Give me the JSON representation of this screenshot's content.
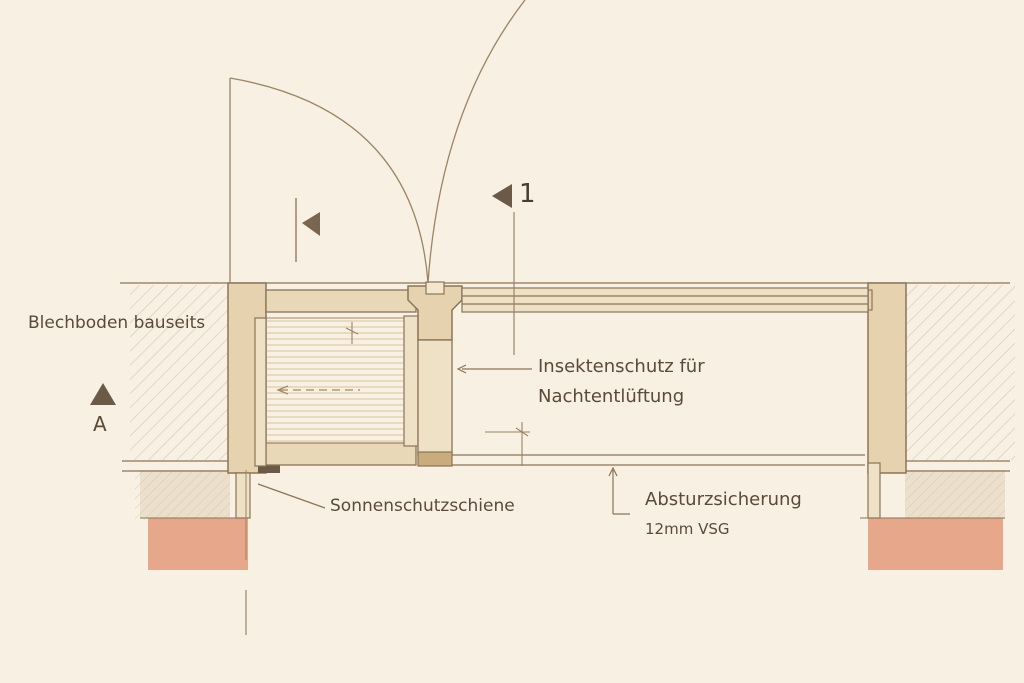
{
  "labels": {
    "blechboden": "Blechboden bauseits",
    "insektenschutz_line1": "Insektenschutz für",
    "insektenschutz_line2": "Nachtentlüftung",
    "sonnenschutzschiene": "Sonnenschutzschiene",
    "absturzsicherung": "Absturzsicherung",
    "glass_spec": "12mm VSG"
  },
  "section_markers": {
    "left": "A",
    "top": "1"
  },
  "colors": {
    "paper": "#f8f0e3",
    "line": "#8a7458",
    "wood": "#e9d8b8",
    "wood_dark": "#c9ab7d",
    "brick": "#e39a7a",
    "hatch": "#b9a68c",
    "text": "#5a4a3a"
  }
}
